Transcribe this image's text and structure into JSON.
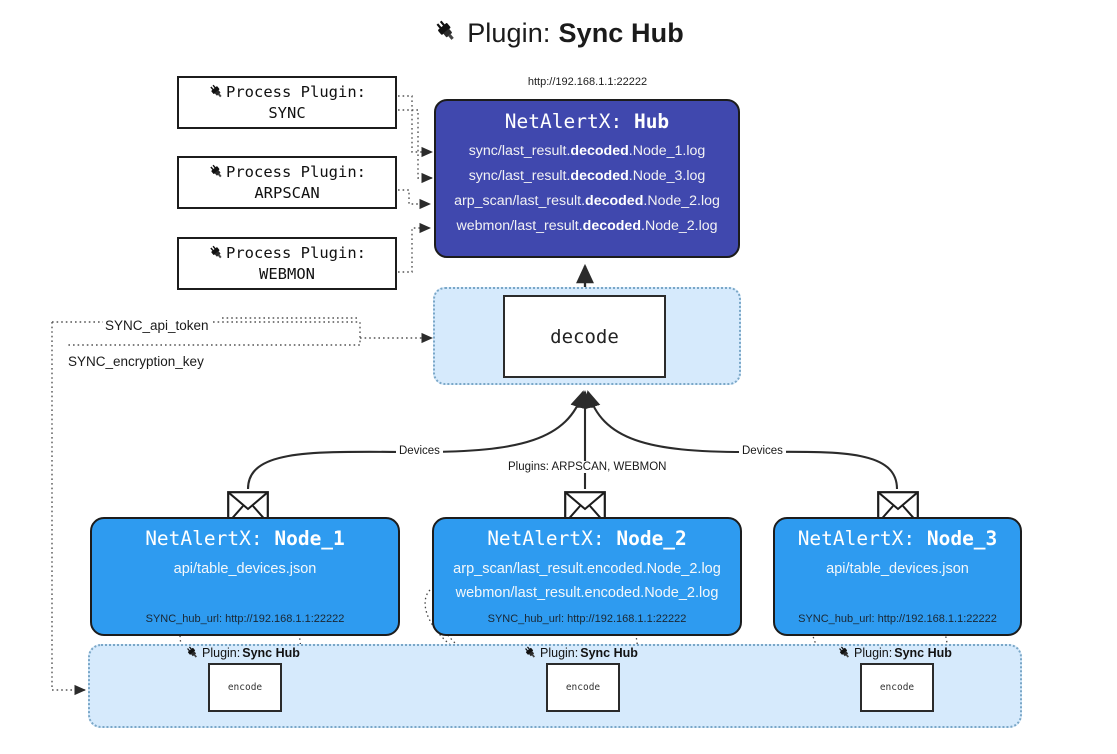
{
  "title": {
    "icon": "plug-icon",
    "prefix": "Plugin:",
    "name": "Sync Hub"
  },
  "hub": {
    "url": "http://192.168.1.1:22222",
    "title_prefix": "NetAlertX:",
    "title_name": "Hub",
    "lines": [
      {
        "pre": "sync/last_result.",
        "em": "decoded",
        "post": ".Node_1.log"
      },
      {
        "pre": "sync/last_result.",
        "em": "decoded",
        "post": ".Node_3.log"
      },
      {
        "pre": "arp_scan/last_result.",
        "em": "decoded",
        "post": ".Node_2.log"
      },
      {
        "pre": "webmon/last_result.",
        "em": "decoded",
        "post": ".Node_2.log"
      }
    ]
  },
  "process_plugins": [
    {
      "icon": "plug-icon",
      "label": "Process Plugin:",
      "name": "SYNC"
    },
    {
      "icon": "plug-icon",
      "label": "Process Plugin:",
      "name": "ARPSCAN"
    },
    {
      "icon": "plug-icon",
      "label": "Process Plugin:",
      "name": "WEBMON"
    }
  ],
  "decode": {
    "label": "decode"
  },
  "env_labels": [
    "SYNC_api_token",
    "SYNC_encryption_key"
  ],
  "edge_labels": {
    "devices_left": "Devices",
    "devices_right": "Devices",
    "plugins_center": "Plugins: ARPSCAN, WEBMON"
  },
  "nodes": [
    {
      "title_prefix": "NetAlertX:",
      "title_name": "Node_1",
      "lines": [
        "api/table_devices.json"
      ],
      "hub_url": "SYNC_hub_url: http://192.168.1.1:22222",
      "envelope_icon": "envelope-icon"
    },
    {
      "title_prefix": "NetAlertX:",
      "title_name": "Node_2",
      "lines": [
        "arp_scan/last_result.encoded.Node_2.log",
        "webmon/last_result.encoded.Node_2.log"
      ],
      "hub_url": "SYNC_hub_url: http://192.168.1.1:22222",
      "envelope_icon": "envelope-icon"
    },
    {
      "title_prefix": "NetAlertX:",
      "title_name": "Node_3",
      "lines": [
        "api/table_devices.json"
      ],
      "hub_url": "SYNC_hub_url: http://192.168.1.1:22222",
      "envelope_icon": "envelope-icon"
    }
  ],
  "encoders": [
    {
      "icon": "plug-icon",
      "label_prefix": "Plugin:",
      "label_name": "Sync Hub",
      "box": "encode"
    },
    {
      "icon": "plug-icon",
      "label_prefix": "Plugin:",
      "label_name": "Sync Hub",
      "box": "encode"
    },
    {
      "icon": "plug-icon",
      "label_prefix": "Plugin:",
      "label_name": "Sync Hub",
      "box": "encode"
    }
  ],
  "colors": {
    "hub_fill": "#4048ae",
    "node_fill": "#2e9bf0",
    "group_fill": "#d6eafc",
    "group_border": "#7aa7c7",
    "stroke": "#1c1c1c"
  }
}
